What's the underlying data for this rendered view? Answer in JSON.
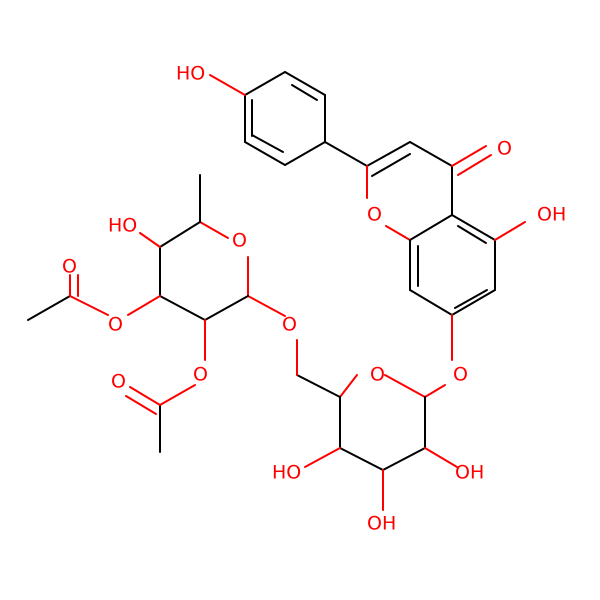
{
  "colors": {
    "background": "#ffffff",
    "bond": "#000000",
    "heteroatom_oxygen": "#ff0000"
  },
  "atom_labels": {
    "oh_phenyl": "HO",
    "o_ketone": "O",
    "o_ring_flavone": "O",
    "oh_c5": "OH",
    "o_glycosidic_flavone": "O",
    "o_ring_glucose": "O",
    "oh_glc_a": "OH",
    "oh_glc_b": "OH",
    "oh_glc_c": "HO",
    "o_linker": "O",
    "o_ring_rhamnose": "O",
    "oh_rha": "HO",
    "o_acetyl1_ester": "O",
    "o_acetyl1_carbonyl": "O",
    "o_acetyl2_ester": "O",
    "o_acetyl2_carbonyl": "O"
  }
}
